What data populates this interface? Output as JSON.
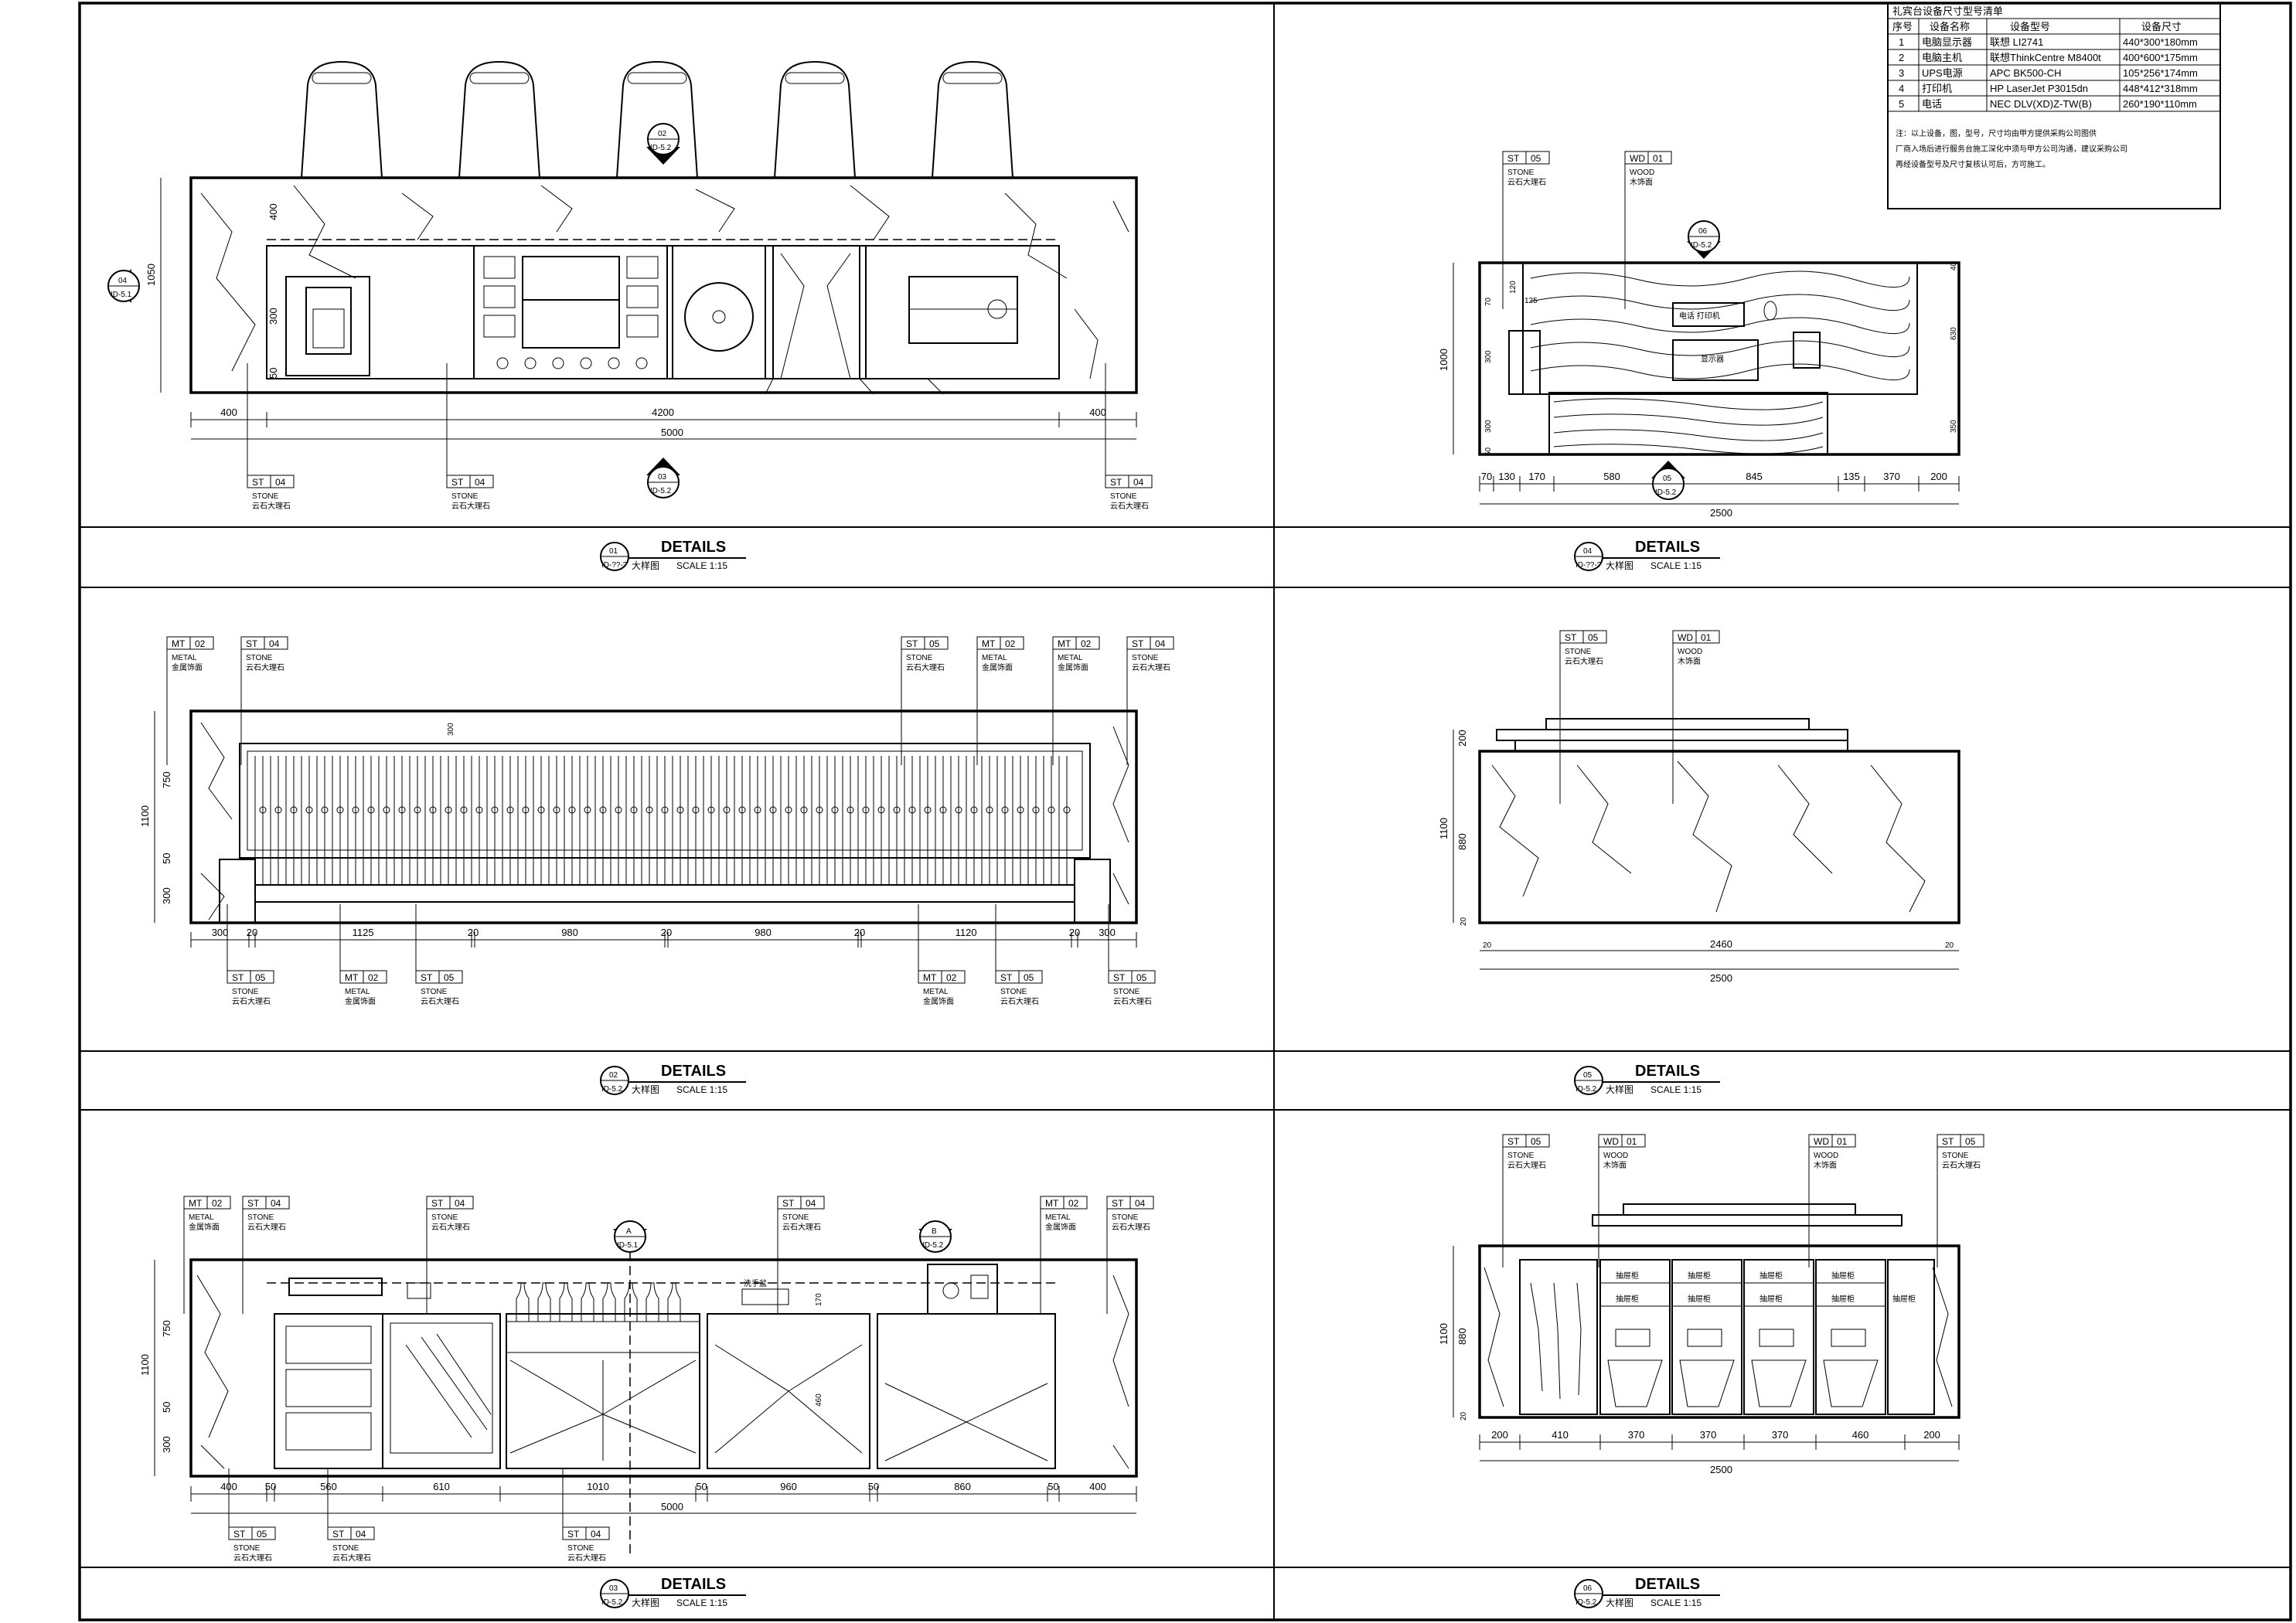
{
  "table": {
    "title": "礼宾台设备尺寸型号清单",
    "headers": [
      "序号",
      "设备名称",
      "设备型号",
      "设备尺寸"
    ],
    "rows": [
      [
        "1",
        "电脑显示器",
        "联想 LI2741",
        "440*300*180mm"
      ],
      [
        "2",
        "电脑主机",
        "联想ThinkCentre M8400t",
        "400*600*175mm"
      ],
      [
        "3",
        "UPS电源",
        "APC  BK500-CH",
        "105*256*174mm"
      ],
      [
        "4",
        "打印机",
        "HP LaserJet P3015dn",
        "448*412*318mm"
      ],
      [
        "5",
        "电话",
        "NEC DLV(XD)Z-TW(B)",
        "260*190*110mm"
      ]
    ],
    "note": [
      "注：以上设备，图，型号，尺寸均由甲方提供采购公司图供",
      "厂商入场后进行服务台施工深化中须与甲方公司沟通，建议采购公司",
      "再经设备型号及尺寸复核认可后，方可施工。"
    ]
  },
  "panels": {
    "p1": {
      "num": "01",
      "ref": "ID-??-?",
      "title": "DETAILS",
      "sub": "大样图",
      "scale": "SCALE  1:15",
      "dims_bottom": [
        "400",
        "4200",
        "400"
      ],
      "dim_total": "5000",
      "dims_left": [
        "1050",
        "400",
        "300",
        "50"
      ],
      "tags": [
        {
          "code": "ST",
          "no": "04",
          "mat": "STONE",
          "cn": "云石大理石"
        },
        {
          "code": "ST",
          "no": "04",
          "mat": "STONE",
          "cn": "云石大理石"
        },
        {
          "code": "ST",
          "no": "04",
          "mat": "STONE",
          "cn": "云石大理石"
        }
      ],
      "sym_left": {
        "top": "04",
        "bot": "ID-5.1"
      },
      "sym_top": {
        "top": "02",
        "bot": "ID-5.2"
      },
      "sym_bot": {
        "top": "03",
        "bot": "ID-5.2"
      }
    },
    "p2": {
      "num": "02",
      "ref": "ID-5.2",
      "title": "DETAILS",
      "sub": "大样图",
      "scale": "SCALE  1:15",
      "dims_bottom": [
        "300",
        "20",
        "1125",
        "20",
        "980",
        "20",
        "980",
        "20",
        "1120",
        "20",
        "300"
      ],
      "dims_left": [
        "1100",
        "750",
        "50",
        "300"
      ],
      "dim_inner": "300",
      "tags_top": [
        {
          "code": "MT",
          "no": "02",
          "mat": "METAL",
          "cn": "金属饰面"
        },
        {
          "code": "ST",
          "no": "04",
          "mat": "STONE",
          "cn": "云石大理石"
        },
        {
          "code": "ST",
          "no": "05",
          "mat": "STONE",
          "cn": "云石大理石"
        },
        {
          "code": "MT",
          "no": "02",
          "mat": "METAL",
          "cn": "金属饰面"
        },
        {
          "code": "MT",
          "no": "02",
          "mat": "METAL",
          "cn": "金属饰面"
        },
        {
          "code": "ST",
          "no": "04",
          "mat": "STONE",
          "cn": "云石大理石"
        }
      ],
      "tags_bot": [
        {
          "code": "ST",
          "no": "05",
          "mat": "STONE",
          "cn": "云石大理石"
        },
        {
          "code": "MT",
          "no": "02",
          "mat": "METAL",
          "cn": "金属饰面"
        },
        {
          "code": "ST",
          "no": "05",
          "mat": "STONE",
          "cn": "云石大理石"
        },
        {
          "code": "MT",
          "no": "02",
          "mat": "METAL",
          "cn": "金属饰面"
        },
        {
          "code": "ST",
          "no": "05",
          "mat": "STONE",
          "cn": "云石大理石"
        },
        {
          "code": "ST",
          "no": "05",
          "mat": "STONE",
          "cn": "云石大理石"
        }
      ]
    },
    "p3": {
      "num": "03",
      "ref": "ID-5.2",
      "title": "DETAILS",
      "sub": "大样图",
      "scale": "SCALE  1:15",
      "dims_bottom": [
        "400",
        "50",
        "560",
        "610",
        "1010",
        "50",
        "960",
        "50",
        "860",
        "50",
        "400"
      ],
      "dim_total": "5000",
      "dims_left": [
        "1100",
        "750",
        "50",
        "300"
      ],
      "dims_inner": [
        "170",
        "460"
      ],
      "tags_top": [
        {
          "code": "MT",
          "no": "02",
          "mat": "METAL",
          "cn": "金属饰面"
        },
        {
          "code": "ST",
          "no": "04",
          "mat": "STONE",
          "cn": "云石大理石"
        },
        {
          "code": "ST",
          "no": "04",
          "mat": "STONE",
          "cn": "云石大理石"
        },
        {
          "code": "ST",
          "no": "04",
          "mat": "STONE",
          "cn": "云石大理石"
        },
        {
          "code": "MT",
          "no": "02",
          "mat": "METAL",
          "cn": "金属饰面"
        },
        {
          "code": "ST",
          "no": "04",
          "mat": "STONE",
          "cn": "云石大理石"
        }
      ],
      "tags_bot": [
        {
          "code": "ST",
          "no": "05",
          "mat": "STONE",
          "cn": "云石大理石"
        },
        {
          "code": "ST",
          "no": "04",
          "mat": "STONE",
          "cn": "云石大理石"
        },
        {
          "code": "ST",
          "no": "04",
          "mat": "STONE",
          "cn": "云石大理石"
        }
      ],
      "sym_a": {
        "top": "A",
        "bot": "ID-5.1"
      },
      "sym_b": {
        "top": "B",
        "bot": "ID-5.2"
      },
      "label_sink": "洗手盆"
    },
    "p4": {
      "num": "04",
      "ref": "ID-??-?",
      "title": "DETAILS",
      "sub": "大样图",
      "scale": "SCALE  1:15",
      "dims_bottom": [
        "70",
        "130",
        "170",
        "580",
        "845",
        "135",
        "370",
        "200"
      ],
      "dim_total": "2500",
      "dims_left": [
        "1000",
        "70",
        "120",
        "125",
        "300",
        "300",
        "50"
      ],
      "dims_right": [
        "40",
        "630",
        "350"
      ],
      "tags": [
        {
          "code": "ST",
          "no": "05",
          "mat": "STONE",
          "cn": "云石大理石"
        },
        {
          "code": "WD",
          "no": "01",
          "mat": "WOOD",
          "cn": "木饰面"
        }
      ],
      "sym_top": {
        "top": "06",
        "bot": "ID-5.2"
      },
      "sym_bot": {
        "top": "05",
        "bot": "ID-5.2"
      },
      "equip": [
        "电话 打印机",
        "显示器"
      ]
    },
    "p5": {
      "num": "05",
      "ref": "ID-5.2",
      "title": "DETAILS",
      "sub": "大样图",
      "scale": "SCALE  1:15",
      "dims_bottom": [
        "20",
        "2460",
        "20"
      ],
      "dim_total": "2500",
      "dims_left": [
        "200",
        "1100",
        "880",
        "20"
      ],
      "tags": [
        {
          "code": "ST",
          "no": "05",
          "mat": "STONE",
          "cn": "云石大理石"
        },
        {
          "code": "WD",
          "no": "01",
          "mat": "WOOD",
          "cn": "木饰面"
        }
      ]
    },
    "p6": {
      "num": "06",
      "ref": "ID-5.2",
      "title": "DETAILS",
      "sub": "大样图",
      "scale": "SCALE  1:15",
      "dims_bottom": [
        "200",
        "410",
        "370",
        "370",
        "370",
        "460",
        "200"
      ],
      "dim_total": "2500",
      "dims_left": [
        "1100",
        "880",
        "20"
      ],
      "tags": [
        {
          "code": "ST",
          "no": "05",
          "mat": "STONE",
          "cn": "云石大理石"
        },
        {
          "code": "WD",
          "no": "01",
          "mat": "WOOD",
          "cn": "木饰面"
        },
        {
          "code": "WD",
          "no": "01",
          "mat": "WOOD",
          "cn": "木饰面"
        },
        {
          "code": "ST",
          "no": "05",
          "mat": "STONE",
          "cn": "云石大理石"
        }
      ],
      "cabinet_labels": [
        "抽屉柜",
        "抽屉柜",
        "抽屉柜",
        "抽屉柜",
        "抽屉柜"
      ]
    }
  }
}
